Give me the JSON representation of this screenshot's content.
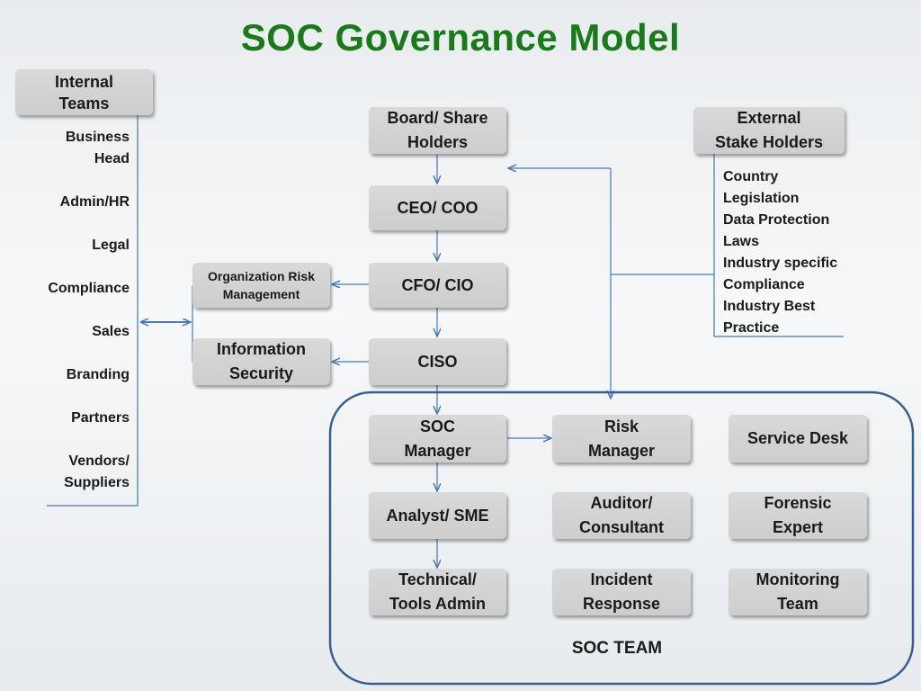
{
  "title": "SOC Governance Model",
  "colors": {
    "title": "#1a7a1a",
    "connector": "#4a77b5",
    "box": "#d4d4d4",
    "soc_border": "#3a5f8f"
  },
  "internal_teams": {
    "header": "Internal\nTeams",
    "items": [
      "Business\nHead",
      "Admin/HR",
      "Legal",
      "Compliance",
      "Sales",
      "Branding",
      "Partners",
      "Vendors/\nSuppliers"
    ]
  },
  "external": {
    "header": "External\nStake Holders",
    "items": [
      "Country\nLegislation",
      "Data Protection\nLaws",
      "Industry specific\nCompliance",
      "Industry Best\nPractice"
    ]
  },
  "chain": {
    "board": "Board/ Share\nHolders",
    "ceo": "CEO/ COO",
    "cfo": "CFO/ CIO",
    "ciso": "CISO"
  },
  "side": {
    "org_risk": "Organization Risk\nManagement",
    "info_sec": "Information\nSecurity"
  },
  "soc_team": {
    "label": "SOC TEAM",
    "soc_manager": "SOC\nManager",
    "risk_manager": "Risk\nManager",
    "service_desk": "Service Desk",
    "analyst": "Analyst/ SME",
    "auditor": "Auditor/\nConsultant",
    "forensic": "Forensic\nExpert",
    "technical": "Technical/\nTools  Admin",
    "incident": "Incident\nResponse",
    "monitoring": "Monitoring\nTeam"
  }
}
